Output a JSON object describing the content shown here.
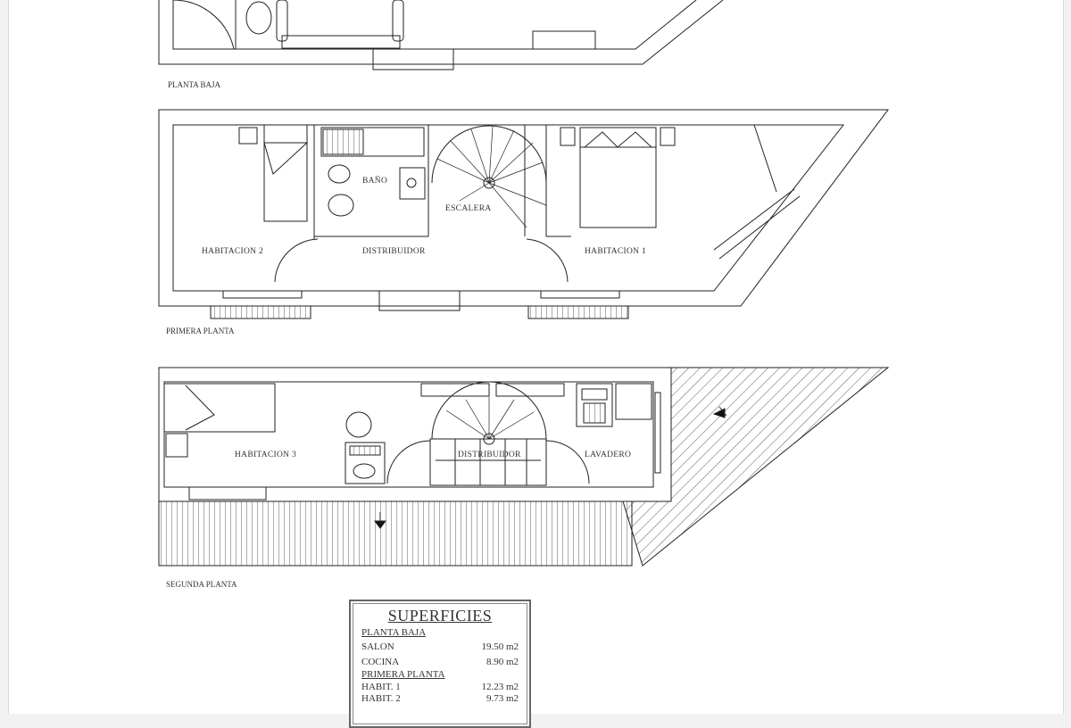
{
  "floors": {
    "ground": {
      "title": "PLANTA BAJA"
    },
    "first": {
      "title": "PRIMERA PLANTA",
      "rooms": [
        "HABITACION 2",
        "BAÑO",
        "ESCALERA",
        "DISTRIBUIDOR",
        "HABITACION 1"
      ]
    },
    "second": {
      "title": "SEGUNDA PLANTA",
      "rooms": [
        "HABITACION 3",
        "DISTRIBUIDOR",
        "LAVADERO"
      ]
    }
  },
  "areas": {
    "title": "SUPERFICIES",
    "sections": [
      {
        "name": "PLANTA BAJA",
        "rows": [
          {
            "room": "SALON",
            "area": "19.50 m2"
          },
          {
            "room": "COCINA",
            "area": "8.90 m2"
          }
        ]
      },
      {
        "name": "PRIMERA PLANTA",
        "rows": [
          {
            "room": "HABIT. 1",
            "area": "12.23 m2"
          },
          {
            "room": "HABIT. 2",
            "area": "9.73 m2"
          }
        ]
      }
    ]
  }
}
